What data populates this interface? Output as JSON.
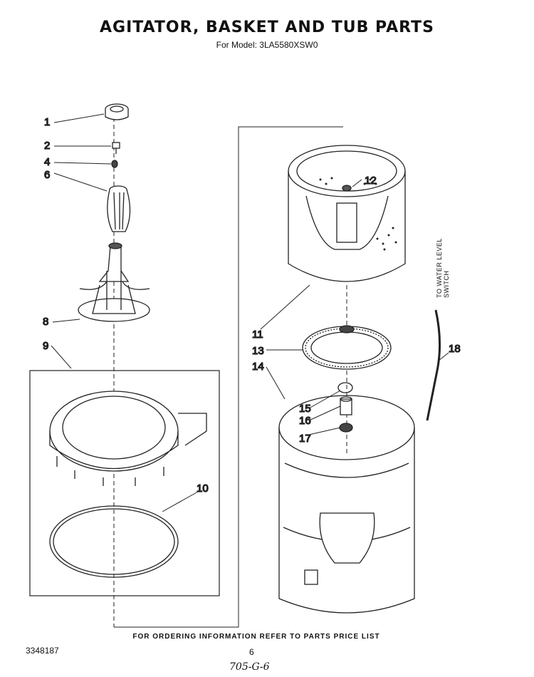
{
  "header": {
    "title": "AGITATOR, BASKET AND TUB PARTS",
    "model": "For Model: 3LA5580XSW0"
  },
  "callouts": [
    "1",
    "2",
    "4",
    "6",
    "8",
    "9",
    "10",
    "11",
    "12",
    "13",
    "14",
    "15",
    "16",
    "17",
    "18"
  ],
  "side_label": {
    "line1": "TO WATER LEVEL",
    "line2": "SWITCH"
  },
  "footer": {
    "note": "FOR ORDERING INFORMATION REFER TO PARTS PRICE LIST",
    "doc_number": "3348187",
    "page": "6",
    "handwritten": "705-G-6"
  }
}
